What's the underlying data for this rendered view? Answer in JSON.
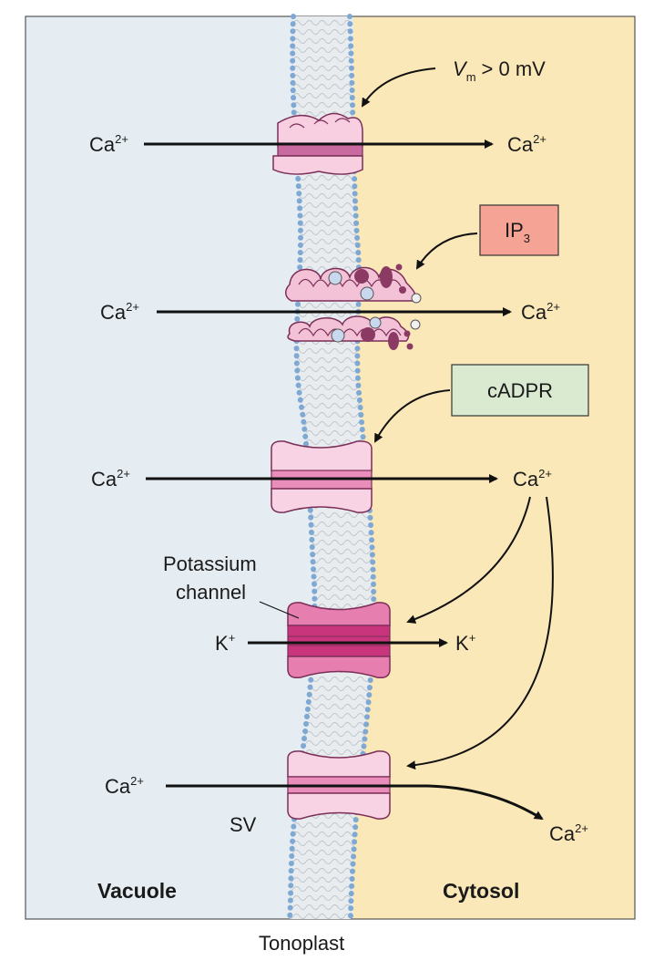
{
  "regions": {
    "left": "Vacuole",
    "right": "Cytosol",
    "membrane": "Tonoplast"
  },
  "voltage_label": {
    "symbol": "V",
    "subscript": "m",
    "condition": "> 0 mV"
  },
  "ion_ca": "Ca",
  "ion_ca_charge": "2+",
  "ion_k": "K",
  "ion_k_charge": "+",
  "ip3_box": {
    "text": "IP",
    "subscript": "3",
    "fill": "#f4a394"
  },
  "cadpr_box": {
    "text": "cADPR",
    "fill": "#d9ead0"
  },
  "potassium_label": {
    "line1": "Potassium",
    "line2": "channel"
  },
  "sv_label": "SV",
  "colors": {
    "vacuole_bg": "#e6edf2",
    "cytosol_bg": "#fbe8b8",
    "channel_pink": "#f3c6dc",
    "channel_dark": "#c04a8a",
    "lipid_head": "#8fb8de"
  }
}
